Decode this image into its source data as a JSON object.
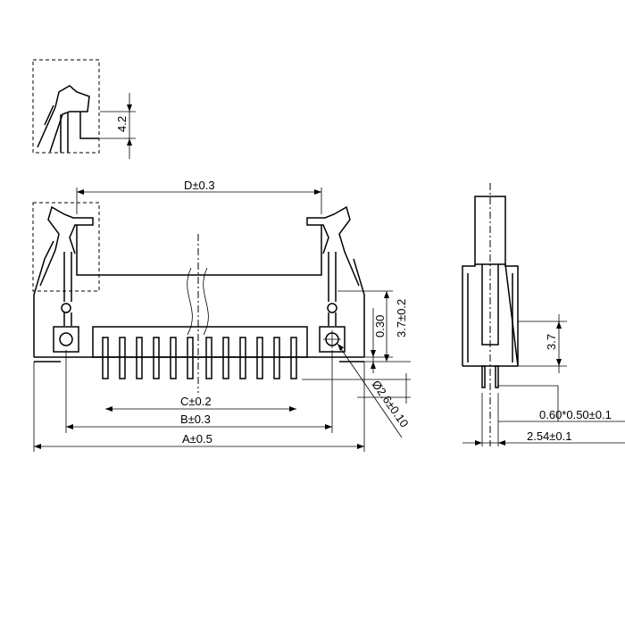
{
  "dimensions": {
    "d": "D±0.3",
    "c": "C±0.2",
    "b": "B±0.3",
    "a": "A±0.5",
    "detail_height": "4.2",
    "standoff": "0.30",
    "body_height": "3.7±0.2",
    "hole_diameter": "Ø2.6±0.10",
    "side_height": "3.7",
    "pin_size": "0.60*0.50±0.1",
    "pitch": "2.54±0.1"
  }
}
